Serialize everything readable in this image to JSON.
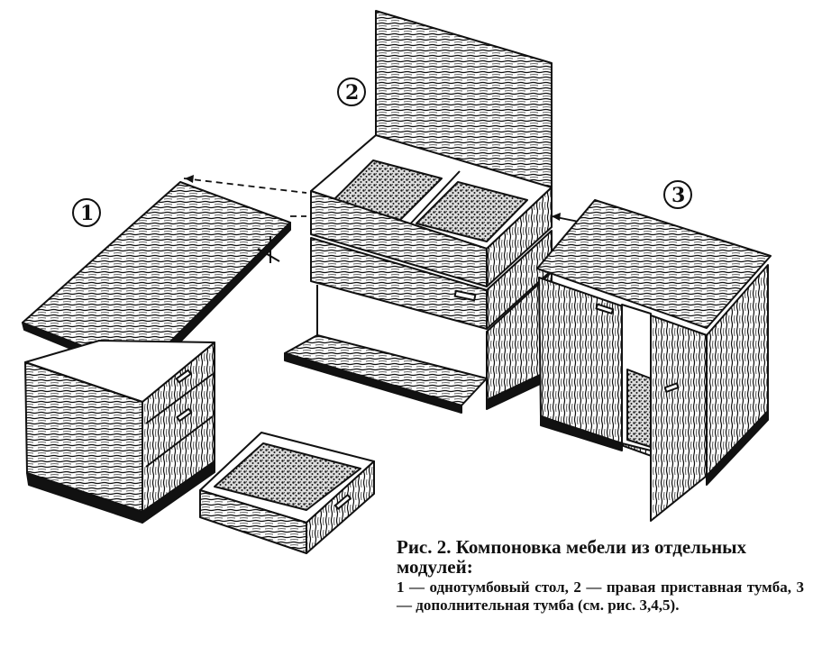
{
  "figure": {
    "labels": {
      "module_1": "1",
      "module_2": "2",
      "module_3": "3"
    }
  },
  "caption": {
    "title": "Рис. 2. Компоновка мебели из отдельных модулей:",
    "body": "1 — однотумбовый стол, 2 — правая приставная тумба, 3 — дополнительная тумба (см. рис. 3,4,5)."
  },
  "colors": {
    "ink": "#111111",
    "paper": "#ffffff"
  }
}
